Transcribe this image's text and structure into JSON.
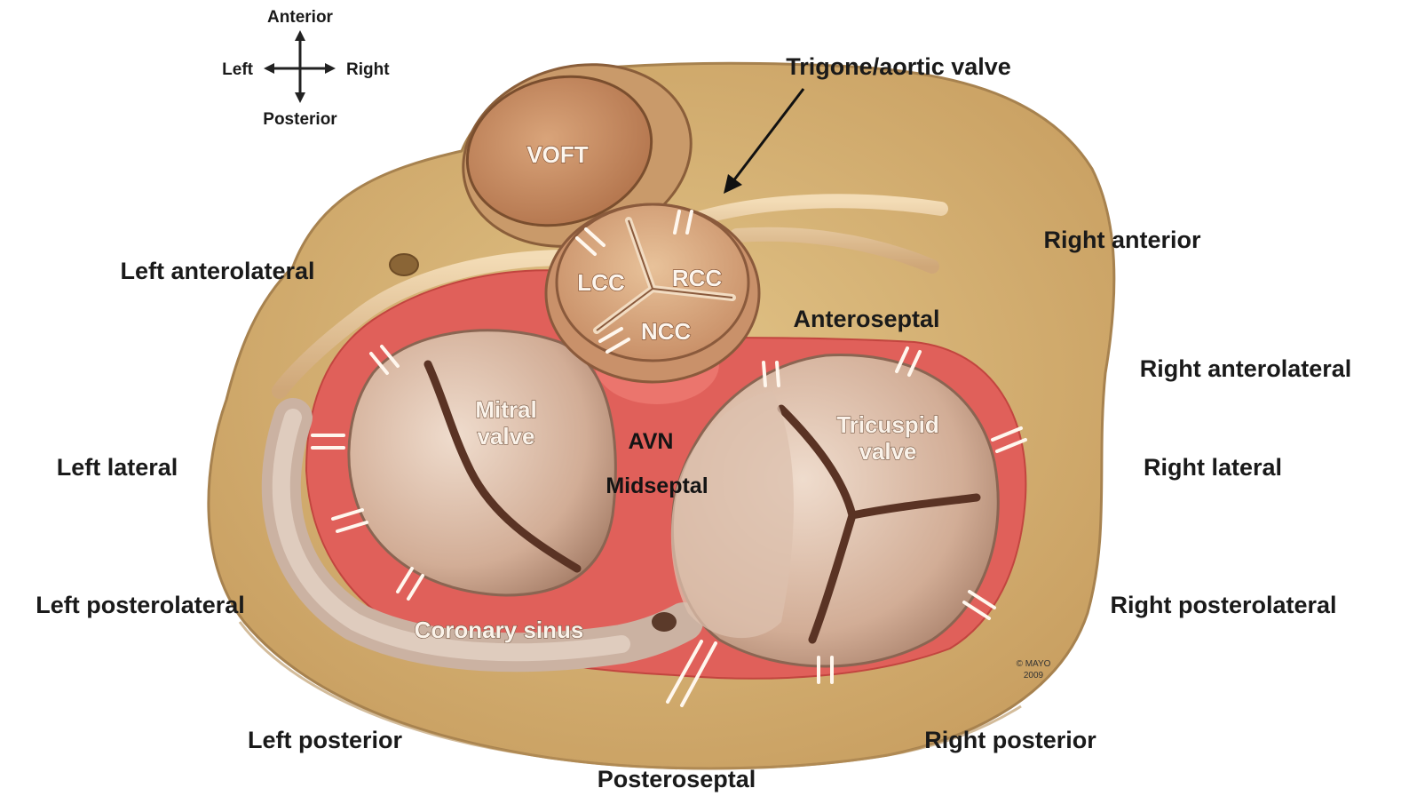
{
  "compass": {
    "anterior": "Anterior",
    "posterior": "Posterior",
    "left": "Left",
    "right": "Right"
  },
  "outer_labels": {
    "trigone": "Trigone/aortic valve",
    "right_anterior": "Right anterior",
    "left_anterolateral": "Left anterolateral",
    "anteroseptal": "Anteroseptal",
    "right_anterolateral": "Right anterolateral",
    "left_lateral": "Left lateral",
    "right_lateral": "Right lateral",
    "left_posterolateral": "Left posterolateral",
    "right_posterolateral": "Right posterolateral",
    "left_posterior": "Left posterior",
    "right_posterior": "Right posterior",
    "posteroseptal": "Posteroseptal"
  },
  "structures": {
    "voft": "VOFT",
    "lcc": "LCC",
    "rcc": "RCC",
    "ncc": "NCC",
    "mitral_line1": "Mitral",
    "mitral_line2": "valve",
    "tricuspid_line1": "Tricuspid",
    "tricuspid_line2": "valve",
    "avn": "AVN",
    "midseptal": "Midseptal",
    "coronary_sinus": "Coronary sinus"
  },
  "copyright": {
    "line1": "© MAYO",
    "line2": "2009"
  },
  "colors": {
    "tissue": "#d9b878",
    "annulus": "#e0605a",
    "leaflet": "#d8b8a4",
    "valve_ring": "#d7a77c"
  }
}
